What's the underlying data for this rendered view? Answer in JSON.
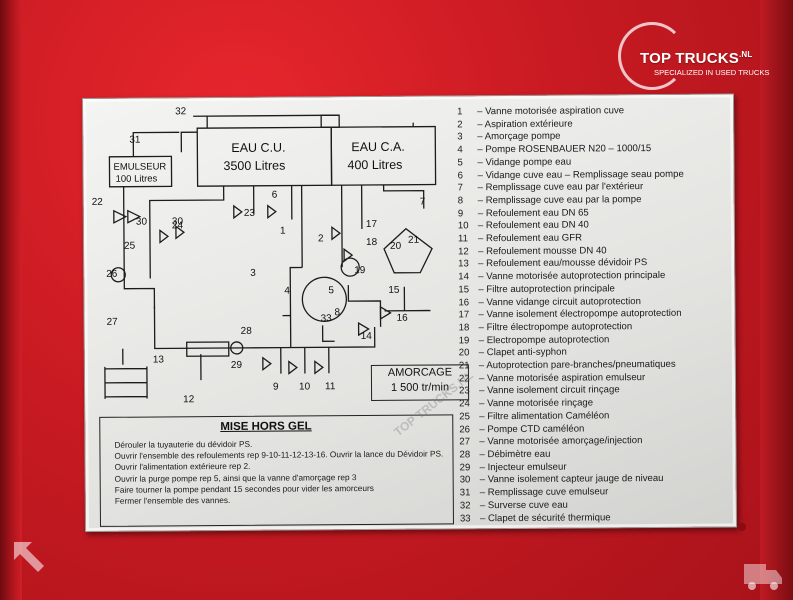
{
  "logo": {
    "title": "TOP TRUCKS",
    "suffix": ".NL",
    "tagline": "SPECIALIZED IN USED TRUCKS"
  },
  "diagram": {
    "tank_cu": {
      "name": "EAU C.U.",
      "capacity": "3500 Litres"
    },
    "tank_ca": {
      "name": "EAU C.A.",
      "capacity": "400 Litres"
    },
    "emulseur": {
      "name": "EMULSEUR",
      "capacity": "100 Litres"
    },
    "labels": [
      "32",
      "31",
      "22",
      "30",
      "30",
      "23",
      "6",
      "7",
      "24",
      "25",
      "26",
      "17",
      "18",
      "2",
      "1",
      "20",
      "21",
      "3",
      "4",
      "5",
      "19",
      "15",
      "16",
      "27",
      "28",
      "33",
      "8",
      "14",
      "13",
      "29",
      "9",
      "10",
      "11",
      "12"
    ]
  },
  "amorcage": {
    "title": "AMORCAGE",
    "value": "1 500 tr/min"
  },
  "mise_hors_gel": {
    "title": "MISE HORS GEL",
    "lines": [
      "Dérouler la tuyauterie du dévidoir PS.",
      "Ouvrir l'ensemble des refoulements rep 9-10-11-12-13-16. Ouvrir la lance du Dévidoir PS.",
      "Ouvrir l'alimentation extérieure rep 2.",
      "Ouvrir la purge pompe rep 5, ainsi que la vanne d'amorçage rep 3",
      "Faire tourner la pompe pendant 15 secondes pour vider les amorceurs",
      "Fermer l'ensemble des vannes."
    ]
  },
  "legend": [
    {
      "num": "1",
      "text": "– Vanne motorisée aspiration cuve"
    },
    {
      "num": "2",
      "text": "– Aspiration extérieure"
    },
    {
      "num": "3",
      "text": "– Amorçage pompe"
    },
    {
      "num": "4",
      "text": "– Pompe ROSENBAUER N20 – 1000/15"
    },
    {
      "num": "5",
      "text": "– Vidange pompe eau"
    },
    {
      "num": "6",
      "text": "– Vidange cuve eau – Remplissage seau pompe"
    },
    {
      "num": "7",
      "text": "– Remplissage cuve eau par l'extérieur"
    },
    {
      "num": "8",
      "text": "– Remplissage cuve eau par la pompe"
    },
    {
      "num": "9",
      "text": "– Refoulement eau DN 65"
    },
    {
      "num": "10",
      "text": "– Refoulement eau DN 40"
    },
    {
      "num": "11",
      "text": "– Refoulement eau GFR"
    },
    {
      "num": "12",
      "text": "– Refoulement mousse DN 40"
    },
    {
      "num": "13",
      "text": "– Refoulement eau/mousse dévidoir PS"
    },
    {
      "num": "14",
      "text": "– Vanne motorisée autoprotection principale"
    },
    {
      "num": "15",
      "text": "– Filtre autoprotection principale"
    },
    {
      "num": "16",
      "text": "– Vanne vidange circuit autoprotection"
    },
    {
      "num": "17",
      "text": "– Vanne isolement électropompe autoprotection"
    },
    {
      "num": "18",
      "text": "– Filtre électropompe autoprotection"
    },
    {
      "num": "19",
      "text": "– Electropompe autoprotection"
    },
    {
      "num": "20",
      "text": "– Clapet anti-syphon"
    },
    {
      "num": "21",
      "text": "– Autoprotection pare-branches/pneumatiques"
    },
    {
      "num": "22",
      "text": "– Vanne motorisée aspiration emulseur"
    },
    {
      "num": "23",
      "text": "– Vanne isolement circuit rinçage"
    },
    {
      "num": "24",
      "text": "– Vanne motorisée rinçage"
    },
    {
      "num": "25",
      "text": "– Filtre alimentation Caméléon"
    },
    {
      "num": "26",
      "text": "– Pompe CTD caméléon"
    },
    {
      "num": "27",
      "text": "– Vanne motorisée amorçage/injection"
    },
    {
      "num": "28",
      "text": "– Débimètre eau"
    },
    {
      "num": "29",
      "text": "– Injecteur emulseur"
    },
    {
      "num": "30",
      "text": "– Vanne isolement capteur jauge de niveau"
    },
    {
      "num": "31",
      "text": "– Remplissage cuve emulseur"
    },
    {
      "num": "32",
      "text": "– Surverse cuve eau"
    },
    {
      "num": "33",
      "text": "– Clapet de sécurité thermique"
    }
  ],
  "colors": {
    "body_red": "#c81a22",
    "plate": "#ececea",
    "ink": "#1a1a1a"
  }
}
